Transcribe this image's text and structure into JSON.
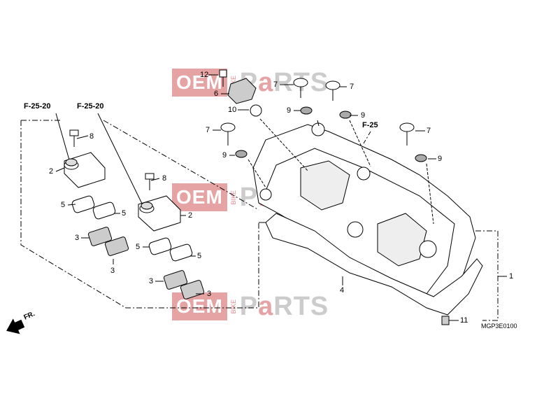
{
  "watermark": {
    "oem": "OEM",
    "bike": "BIKE",
    "parts_p": "P",
    "parts_a": "a",
    "parts_rts": "RTS"
  },
  "refs": {
    "ref1": "F-25-20",
    "ref2": "F-25-20",
    "ref3": "F-25"
  },
  "labels": {
    "l1": "1",
    "l2a": "2",
    "l2b": "2",
    "l3a": "3",
    "l3b": "3",
    "l3c": "3",
    "l3d": "3",
    "l4": "4",
    "l5a": "5",
    "l5b": "5",
    "l5c": "5",
    "l5d": "5",
    "l6": "6",
    "l7a": "7",
    "l7b": "7",
    "l7c": "7",
    "l7d": "7",
    "l8a": "8",
    "l8b": "8",
    "l9a": "9",
    "l9b": "9",
    "l9c": "9",
    "l9d": "9",
    "l10": "10",
    "l11": "11",
    "l12": "12"
  },
  "diagram_code": "MGP3E0100",
  "direction": "FR.",
  "colors": {
    "line": "#000000",
    "watermark_red": "#e6a3a3",
    "watermark_grey": "#cccccc"
  }
}
